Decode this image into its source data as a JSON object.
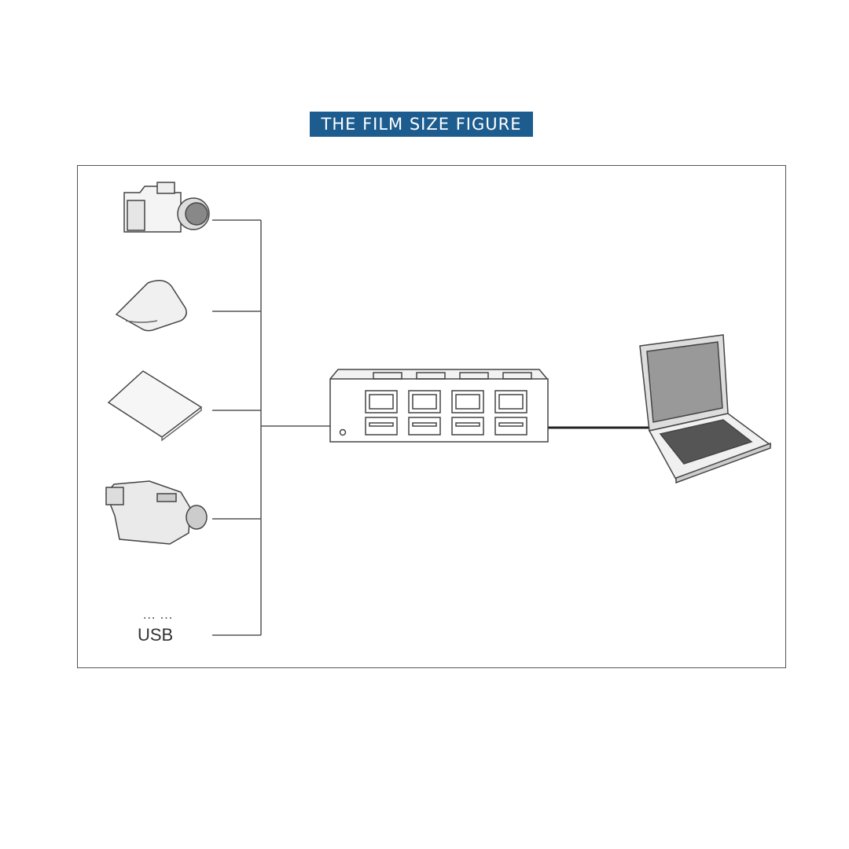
{
  "title": "THE FILM SIZE FIGURE",
  "devices": [
    {
      "name": "camera-icon"
    },
    {
      "name": "scanner-icon"
    },
    {
      "name": "tablet-icon"
    },
    {
      "name": "camcorder-icon"
    },
    {
      "name": "usb-other",
      "dots": "... ...",
      "label": "USB"
    }
  ],
  "hub": {
    "ports": 4
  },
  "colors": {
    "banner": "#1d5c8e",
    "line": "#555555"
  }
}
